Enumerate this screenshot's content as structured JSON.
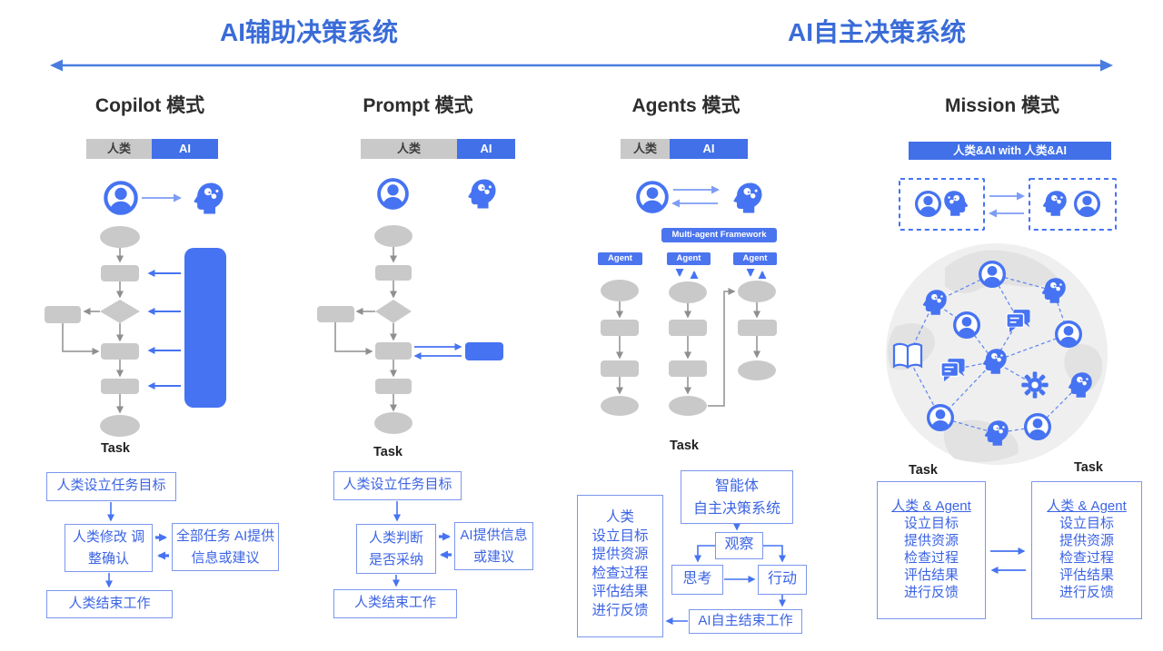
{
  "header": {
    "left": "AI辅助决策系统",
    "right": "AI自主决策系统"
  },
  "colors": {
    "accent_blue": "#4673f2",
    "bar_ai_blue": "#4170e8",
    "bar_human_gray": "#c9c9c9",
    "shape_gray": "#c9c9c9",
    "connector_gray": "#8f8f8f",
    "header_blue": "#3a6cd8",
    "box_border_blue": "#7b97ee",
    "box_text_blue": "#3c64e4"
  },
  "columns": [
    {
      "title": "Copilot 模式",
      "bar": {
        "human": "人类",
        "ai": "AI"
      },
      "task": "Task",
      "flow": {
        "goal": "人类设立任务目标",
        "modify": [
          "人类修改 调",
          "整确认"
        ],
        "ai_side": [
          "全部任务 AI提供",
          "信息或建议"
        ],
        "end": "人类结束工作"
      }
    },
    {
      "title": "Prompt 模式",
      "bar": {
        "human": "人类",
        "ai": "AI"
      },
      "task": "Task",
      "flow": {
        "goal": "人类设立任务目标",
        "judge": [
          "人类判断",
          "是否采纳"
        ],
        "ai_side": [
          "AI提供信息",
          "或建议"
        ],
        "end": "人类结束工作"
      }
    },
    {
      "title": "Agents 模式",
      "bar": {
        "human": "人类",
        "ai": "AI"
      },
      "task": "Task",
      "framework": "Multi-agent Framework",
      "agents": [
        "Agent",
        "Agent",
        "Agent"
      ],
      "flow": {
        "human_box": [
          "人类",
          "设立目标",
          "提供资源",
          "检查过程",
          "评估结果",
          "进行反馈"
        ],
        "agent_system": [
          "智能体",
          "自主决策系统"
        ],
        "observe": "观察",
        "think": "思考",
        "act": "行动",
        "end": "AI自主结束工作"
      }
    },
    {
      "title": "Mission 模式",
      "bar_label": "人类&AI with 人类&AI",
      "tasks": [
        "Task",
        "Task"
      ],
      "flow": {
        "left_box": [
          "人类 & Agent",
          "设立目标",
          "提供资源",
          "检查过程",
          "评估结果",
          "进行反馈"
        ],
        "right_box": [
          "人类 & Agent",
          "设立目标",
          "提供资源",
          "检查过程",
          "评估结果",
          "进行反馈"
        ]
      }
    }
  ]
}
